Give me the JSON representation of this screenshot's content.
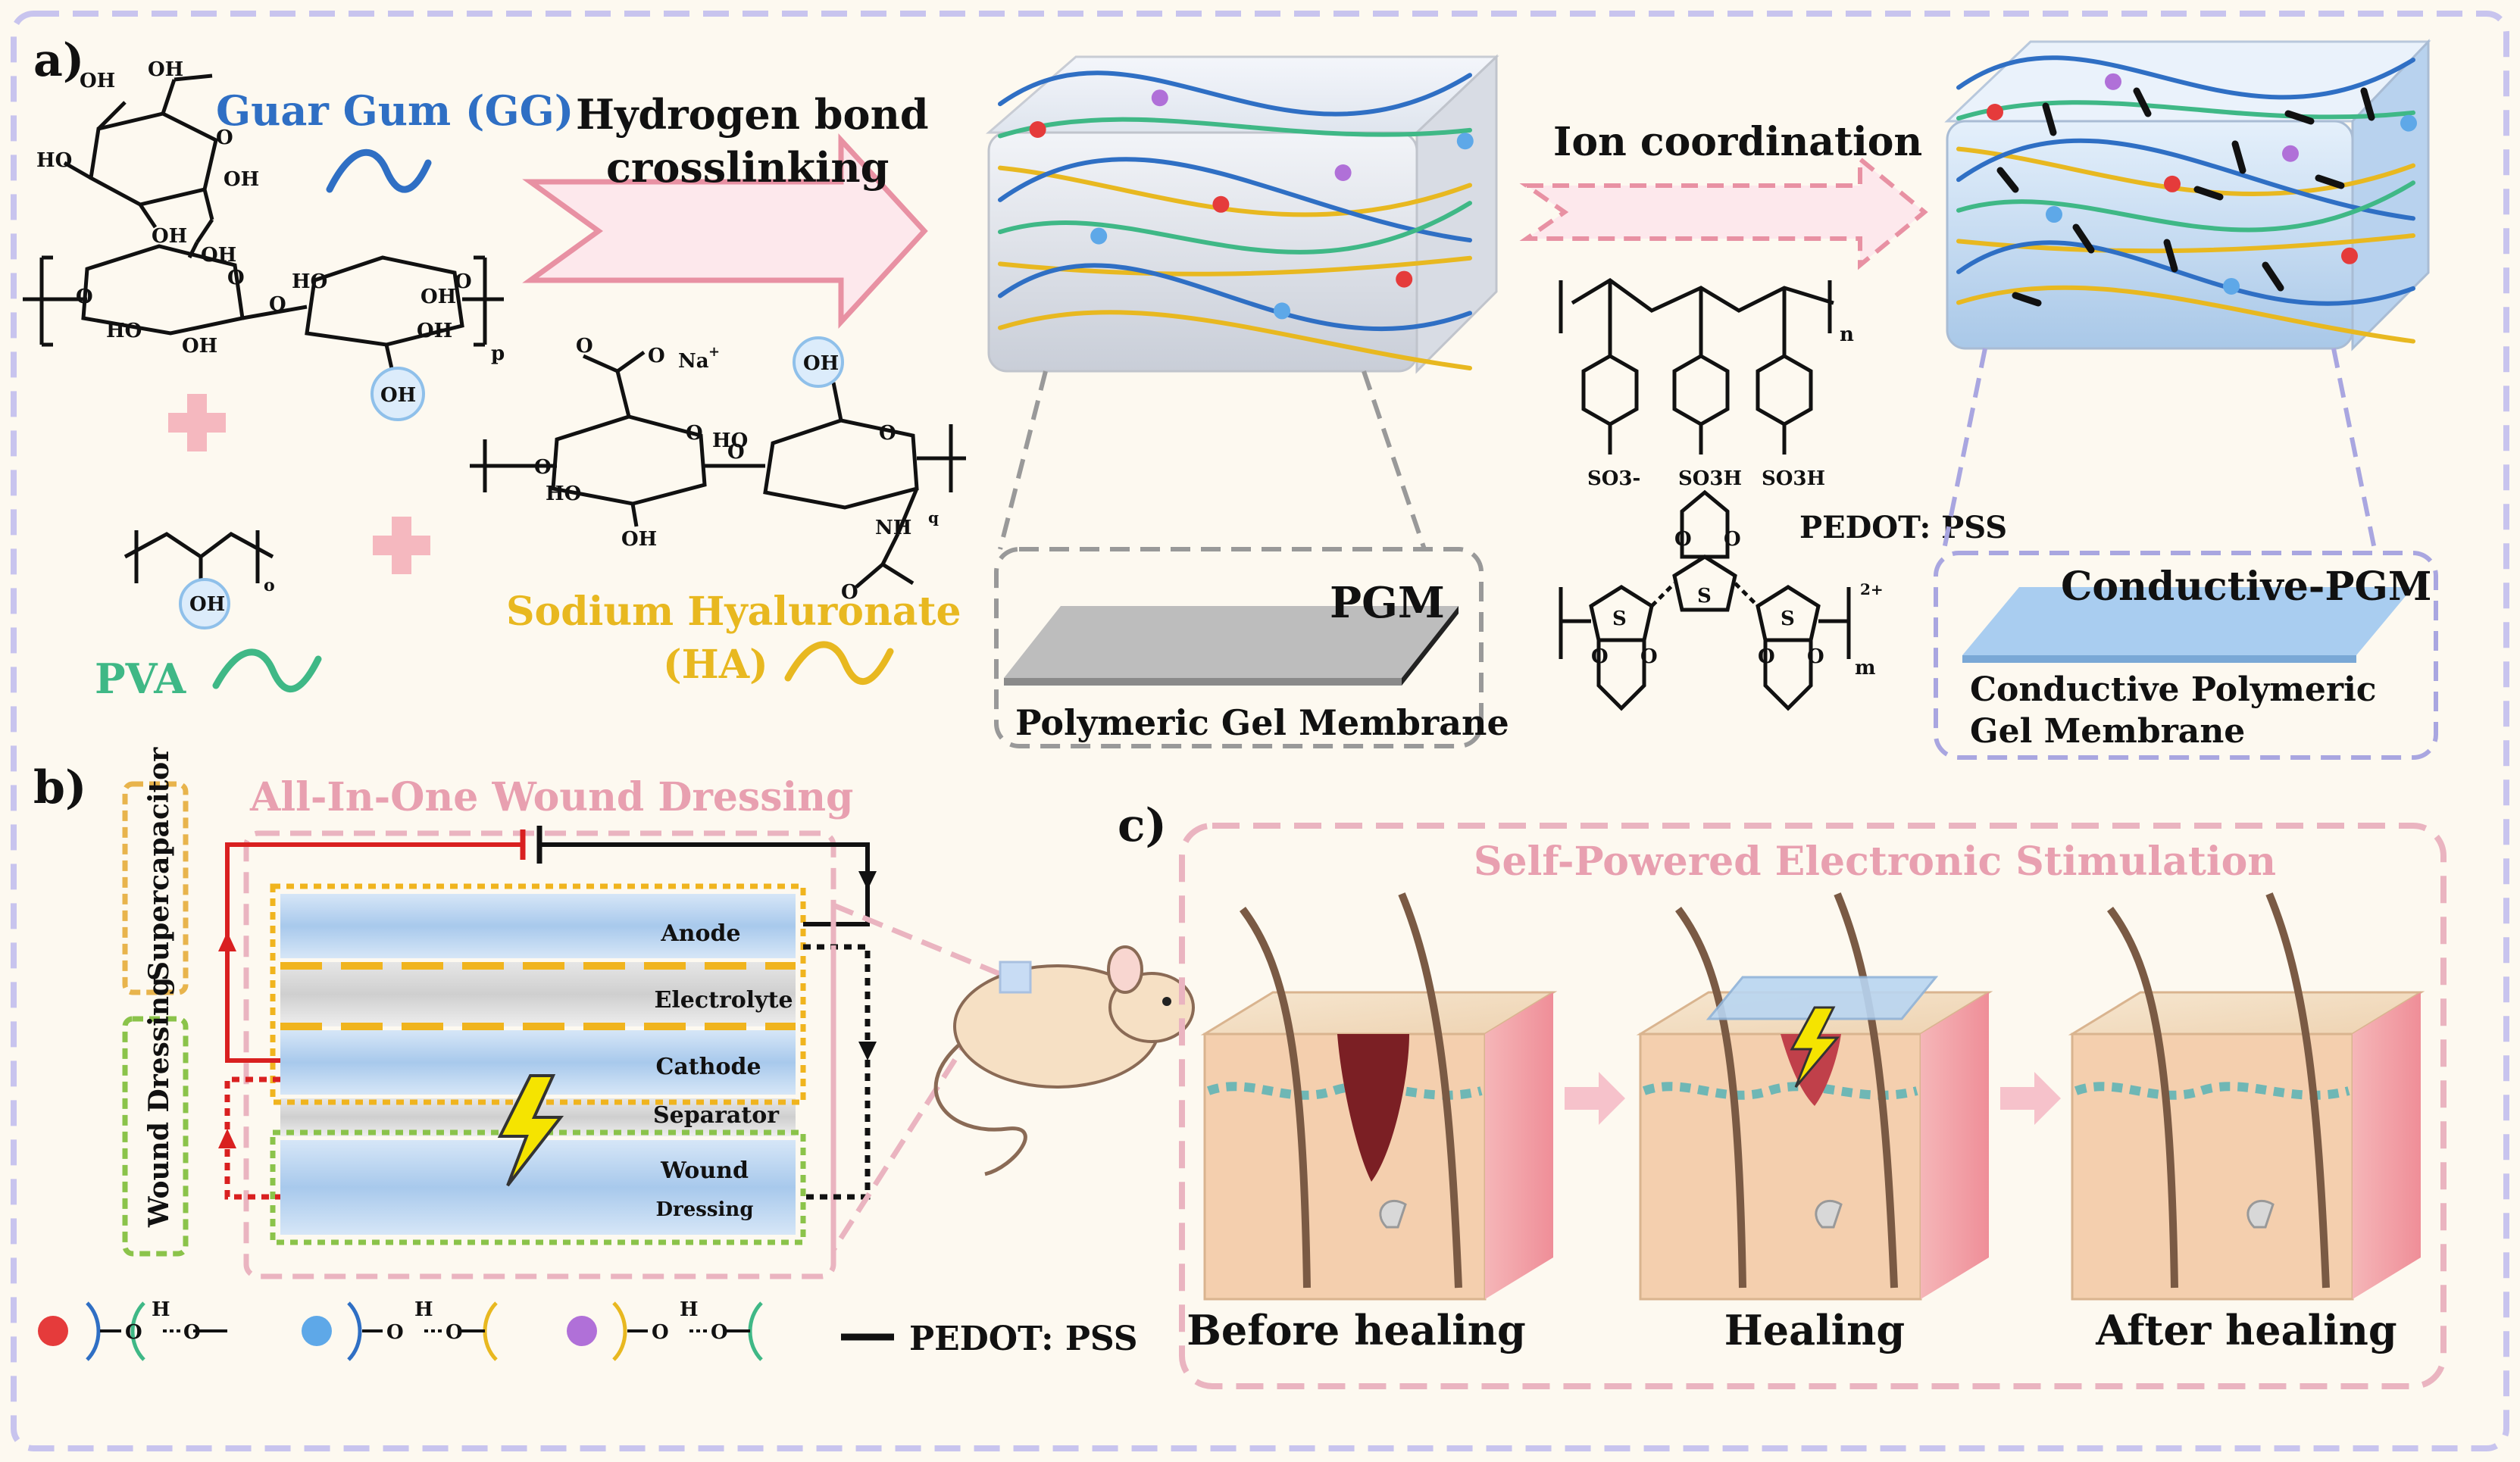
{
  "panel_a": {
    "label": "a)",
    "gg_label": "Guar Gum (GG)",
    "gg_oh": [
      "OH",
      "OH",
      "HO",
      "OH",
      "OH",
      "O",
      "OH",
      "O",
      "HO",
      "OH",
      "O",
      "HO",
      "O",
      "OH",
      "OH",
      "O",
      "p",
      "OH"
    ],
    "arrow1_line1": "Hydrogen bond",
    "arrow1_line2": "crosslinking",
    "pva_label": "PVA",
    "pva_sub": "o",
    "pva_oh": "OH",
    "ha_label_1": "Sodium Hyaluronate",
    "ha_label_2": "(HA)",
    "ha_atoms": [
      "O",
      "Na",
      "+",
      "OH",
      "O",
      "O",
      "O",
      "HO",
      "O",
      "O",
      "HO",
      "OH",
      "NH",
      "q",
      "O"
    ],
    "pgm_tag": "PGM",
    "pgm_name": "Polymeric Gel Membrane",
    "arrow2_label": "Ion coordination",
    "pss_atoms": [
      "n",
      "SO3-",
      "SO3H",
      "SO3H"
    ],
    "pedot_pss_label": "PEDOT: PSS",
    "pedot_atoms": [
      "S",
      "S",
      "S",
      "O",
      "O",
      "O",
      "O",
      "O",
      "O",
      "2+",
      "m"
    ],
    "cpgm_tag": "Conductive-PGM",
    "cpgm_name_1": "Conductive Polymeric",
    "cpgm_name_2": "Gel Membrane"
  },
  "panel_b": {
    "label": "b)",
    "title": "All-In-One Wound Dressing",
    "supercapacitor": "Supercapacitor",
    "wound_dressing_side": "Wound Dressing",
    "layers": [
      "Anode",
      "Electrolyte",
      "Cathode",
      "Separator",
      "Wound",
      "Dressing"
    ]
  },
  "legend": {
    "hbond_atoms": [
      "O",
      "H",
      "O"
    ],
    "pedot_pss": "PEDOT: PSS"
  },
  "panel_c": {
    "label": "c)",
    "title": "Self-Powered Electronic Stimulation",
    "stages": [
      "Before healing",
      "Healing",
      "After healing"
    ]
  },
  "colors": {
    "gg": "#2f6fc4",
    "pva": "#3fb886",
    "ha": "#e8b820",
    "pink": "#e8a0b0",
    "purple": "#b070d8",
    "red_dot": "#e53b3b",
    "blue_dot": "#5ea8e8",
    "frame": "#c8c4ee",
    "bg": "#fdf9f0"
  }
}
